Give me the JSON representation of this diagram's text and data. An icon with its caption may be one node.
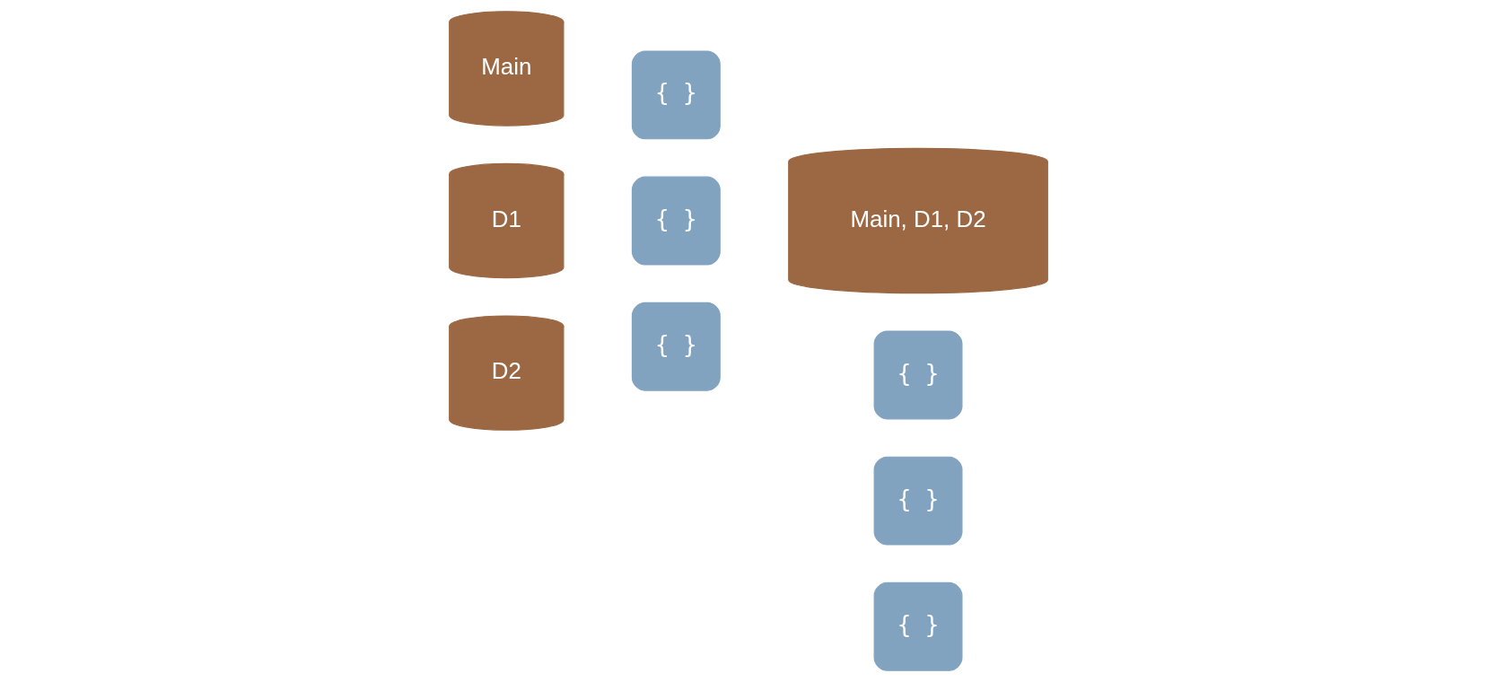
{
  "diagram": {
    "nodes": [
      {
        "text": [
          "Main"
        ]
      },
      {
        "text": [
          "{ }"
        ]
      },
      {
        "text": [
          "D1"
        ]
      },
      {
        "text": [
          "{ }"
        ]
      },
      {
        "text": [
          "D2"
        ]
      },
      {
        "text": [
          "{ }"
        ]
      },
      {
        "text": [
          "Main, D1, D2"
        ]
      },
      {
        "text": [
          "{ }"
        ]
      },
      {
        "text": [
          "{ }"
        ]
      },
      {
        "text": [
          "{ }"
        ]
      }
    ]
  }
}
